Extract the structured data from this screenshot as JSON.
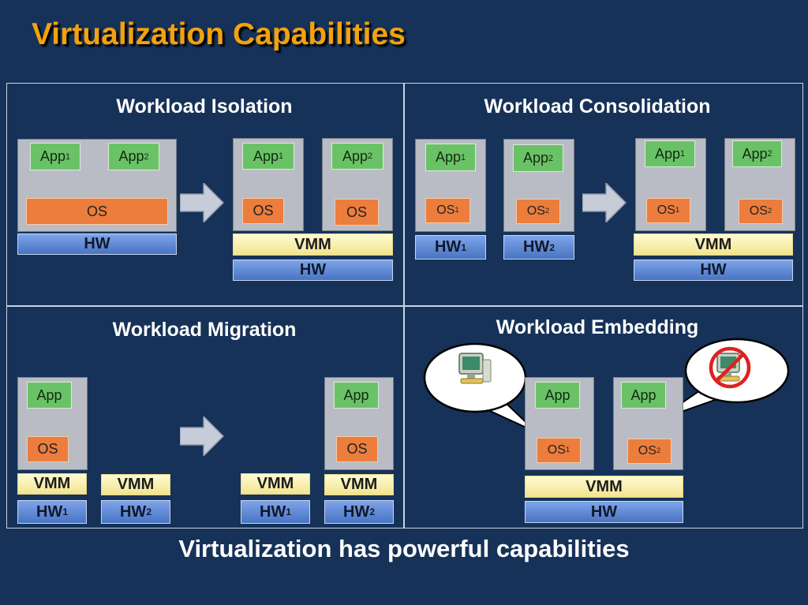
{
  "slide_title": "Virtualization Capabilities",
  "quadrants": {
    "isolation": "Workload Isolation",
    "consolidation": "Workload Consolidation",
    "migration": "Workload Migration",
    "embedding": "Workload Embedding"
  },
  "labels": {
    "app": "App",
    "os": "OS",
    "hw": "HW",
    "vmm": "VMM",
    "sub1": "1",
    "sub2": "2"
  },
  "footer": "Virtualization has powerful capabilities",
  "icons": [
    "arrow-right-icon",
    "computer-icon",
    "no-computer-icon"
  ],
  "colors": {
    "background": "#163258",
    "title": "#f2a20f",
    "app": "#6ac266",
    "os": "#ec7d3c",
    "hw": "#5b86d4",
    "vmm": "#f5eaa6",
    "machine": "#b9bcc4"
  }
}
